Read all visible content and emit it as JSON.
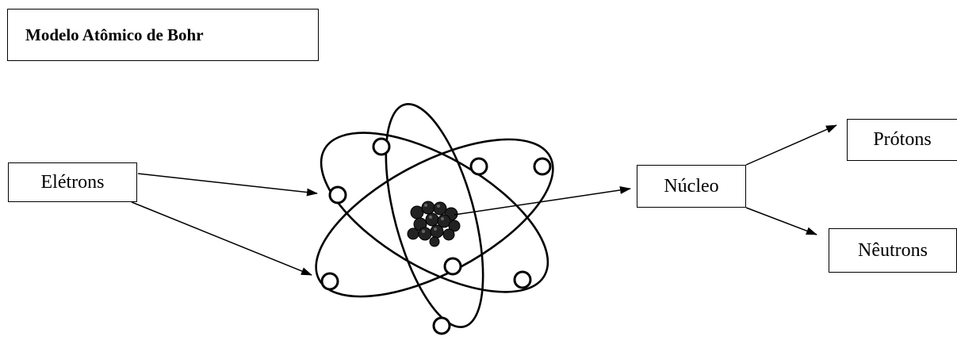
{
  "title": "Modelo Atômico de Bohr",
  "labels": {
    "electrons": "Elétrons",
    "nucleus": "Núcleo",
    "protons": "Prótons",
    "neutrons": "Nêutrons"
  }
}
